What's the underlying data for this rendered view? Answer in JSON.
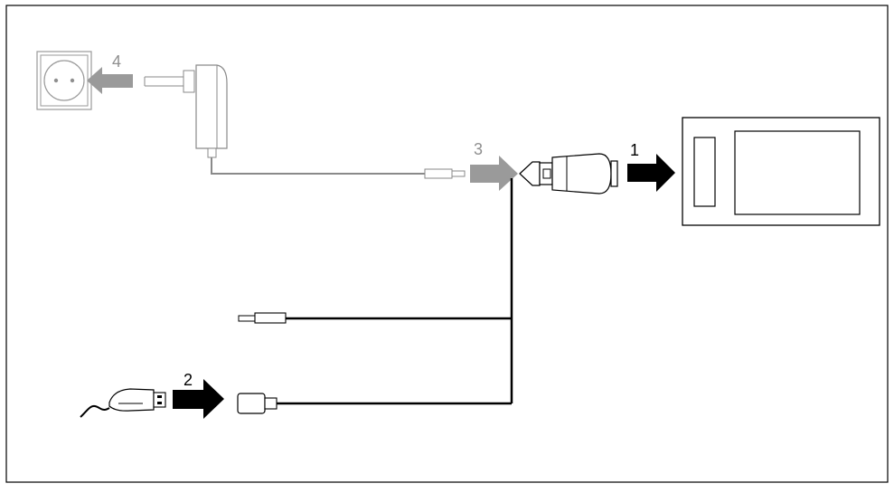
{
  "step_labels": {
    "step1": "1",
    "step2": "2",
    "step3": "3",
    "step4": "4"
  },
  "colors": {
    "black_arrow": "#000000",
    "grey_arrow": "#9a9a9a",
    "grey_label": "#8f8f8f",
    "line": "#000000",
    "cable_grey": "#8a8a8a",
    "device_fill": "#ffffff"
  },
  "components": {
    "wall_socket": "wall-socket",
    "power_adapter": "power-adapter",
    "adapter_cable_plug": "adapter-cable-plug",
    "splitter_connector": "splitter-connector",
    "tablet_device": "tablet-device",
    "auxiliary_plug": "auxiliary-plug",
    "usb_socket": "usb-socket",
    "usb_plug": "usb-plug"
  }
}
